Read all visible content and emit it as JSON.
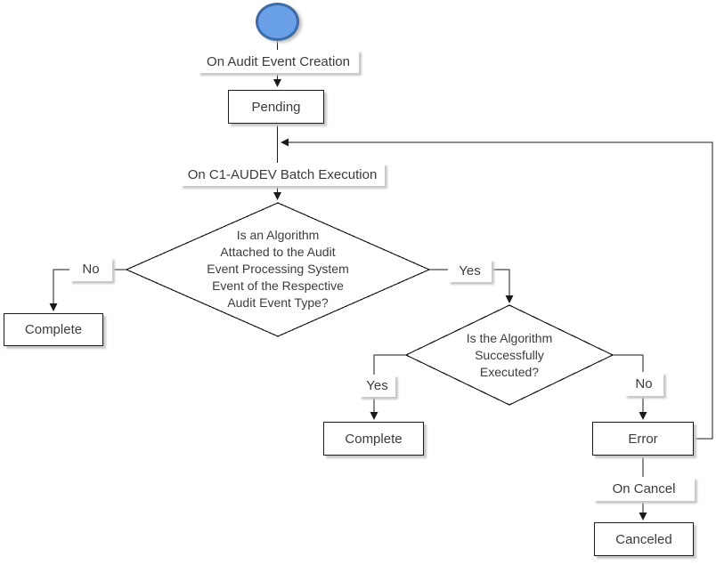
{
  "diagram": {
    "nodes": {
      "label_on_audit_event_creation": "On Audit Event Creation",
      "state_pending": "Pending",
      "label_on_c1_audev_batch_execution": "On C1-AUDEV Batch Execution",
      "decision_algorithm_attached": "Is an Algorithm\nAttached to the Audit\nEvent Processing System\nEvent of the Respective\nAudit Event Type?",
      "branch_no_1": "No",
      "state_complete_left": "Complete",
      "branch_yes_1": "Yes",
      "decision_algorithm_executed": "Is the Algorithm\nSuccessfully\nExecuted?",
      "branch_yes_2": "Yes",
      "state_complete_mid": "Complete",
      "branch_no_2": "No",
      "state_error": "Error",
      "label_on_cancel": "On Cancel",
      "state_canceled": "Canceled"
    },
    "colors": {
      "start_fill": "#69A0E8",
      "start_border": "#3D6CA8",
      "connector": "#1a1a1a",
      "node_border": "#1a1a1a",
      "text": "#3b3b3b",
      "shadow": "#c8c8c8",
      "background": "#ffffff"
    }
  }
}
